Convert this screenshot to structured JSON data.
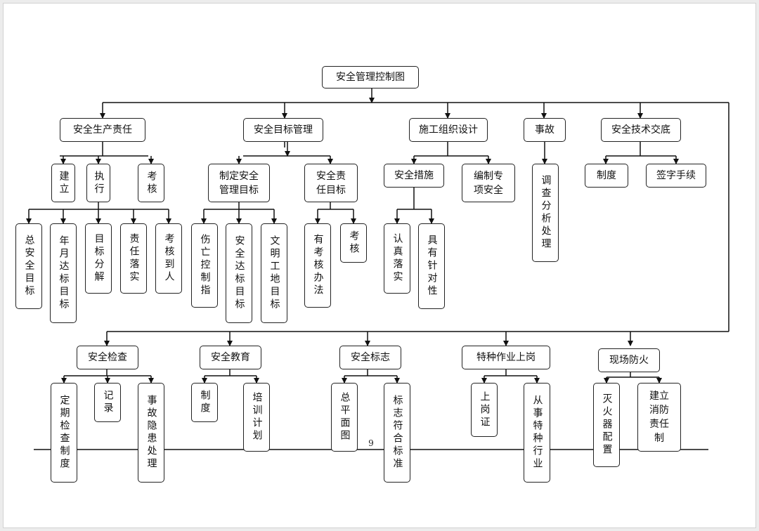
{
  "title": "安全管理控制图",
  "page_number": "9",
  "top_branches": [
    {
      "label": "安全生产责任",
      "children": [
        {
          "label": "建立"
        },
        {
          "label": "执行",
          "children": [
            "总安全目标",
            "年月达标目标",
            "目标分解",
            "责任落实",
            "考核到人"
          ]
        },
        {
          "label": "考核"
        }
      ]
    },
    {
      "label": "安全目标管理",
      "children": [
        {
          "label": "制定安全管理目标",
          "children": [
            "伤亡控制指",
            "安全达标目标",
            "文明工地目标"
          ]
        },
        {
          "label": "安全责任目标",
          "children": [
            "有考核办法",
            "考核"
          ]
        }
      ]
    },
    {
      "label": "施工组织设计",
      "children": [
        {
          "label": "安全措施",
          "children": [
            "认真落实",
            "具有针对性"
          ]
        },
        {
          "label": "编制专项安全"
        }
      ]
    },
    {
      "label": "事故",
      "children": [
        {
          "label": "调查分析处理"
        }
      ]
    },
    {
      "label": "安全技术交底",
      "children": [
        {
          "label": "制度"
        },
        {
          "label": "签字手续"
        }
      ]
    }
  ],
  "bottom_branches": [
    {
      "label": "安全检查",
      "children": [
        "定期检查制度",
        "记录",
        "事故隐患处理"
      ]
    },
    {
      "label": "安全教育",
      "children": [
        "制度",
        "培训计划"
      ]
    },
    {
      "label": "安全标志",
      "children": [
        "总平面图",
        "标志符合标准"
      ]
    },
    {
      "label": "特种作业上岗",
      "children": [
        "上岗证",
        "从事特种行业"
      ]
    },
    {
      "label": "现场防火",
      "children": [
        "灭火器配置",
        "建立消防责任制"
      ]
    }
  ]
}
